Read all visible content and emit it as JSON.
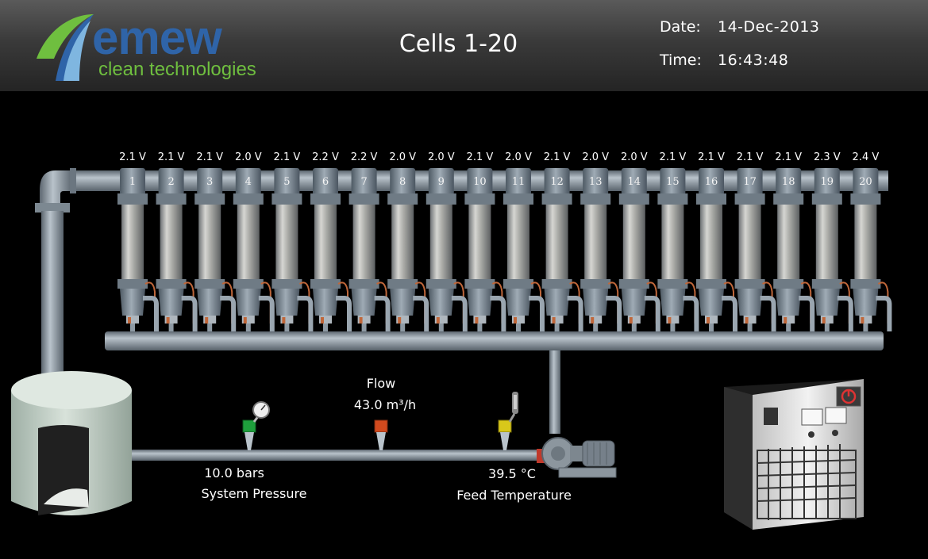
{
  "header": {
    "logo": {
      "wordmark": "emew",
      "tagline": "clean technologies"
    },
    "title": "Cells 1-20",
    "date_label": "Date:",
    "date_value": "14-Dec-2013",
    "time_label": "Time:",
    "time_value": "16:43:48"
  },
  "cells": [
    {
      "number": "1",
      "voltage": "2.1 V"
    },
    {
      "number": "2",
      "voltage": "2.1 V"
    },
    {
      "number": "3",
      "voltage": "2.1 V"
    },
    {
      "number": "4",
      "voltage": "2.0 V"
    },
    {
      "number": "5",
      "voltage": "2.1 V"
    },
    {
      "number": "6",
      "voltage": "2.2 V"
    },
    {
      "number": "7",
      "voltage": "2.2 V"
    },
    {
      "number": "8",
      "voltage": "2.0 V"
    },
    {
      "number": "9",
      "voltage": "2.0 V"
    },
    {
      "number": "10",
      "voltage": "2.1 V"
    },
    {
      "number": "11",
      "voltage": "2.0 V"
    },
    {
      "number": "12",
      "voltage": "2.1 V"
    },
    {
      "number": "13",
      "voltage": "2.0 V"
    },
    {
      "number": "14",
      "voltage": "2.0 V"
    },
    {
      "number": "15",
      "voltage": "2.1 V"
    },
    {
      "number": "16",
      "voltage": "2.1 V"
    },
    {
      "number": "17",
      "voltage": "2.1 V"
    },
    {
      "number": "18",
      "voltage": "2.1 V"
    },
    {
      "number": "19",
      "voltage": "2.3 V"
    },
    {
      "number": "20",
      "voltage": "2.4 V"
    }
  ],
  "instruments": {
    "pressure": {
      "value": "10.0 bars",
      "label": "System Pressure",
      "indicator_color": "#1e9e3c"
    },
    "flow": {
      "title": "Flow",
      "value": "43.0 m³/h",
      "indicator_color": "#d24a1e"
    },
    "temperature": {
      "value": "39.5 °C",
      "label": "Feed Temperature",
      "indicator_color": "#d8c81a"
    }
  },
  "colors": {
    "pipe": "#8e9aa4",
    "electrode_wire": "#c0673a",
    "logo_blue": "#2f64a8",
    "logo_green": "#6fbf3f"
  },
  "icons": [
    "tank-icon",
    "pump-icon",
    "pressure-gauge-icon",
    "thermometer-icon",
    "rectifier-icon",
    "power-button-icon"
  ]
}
